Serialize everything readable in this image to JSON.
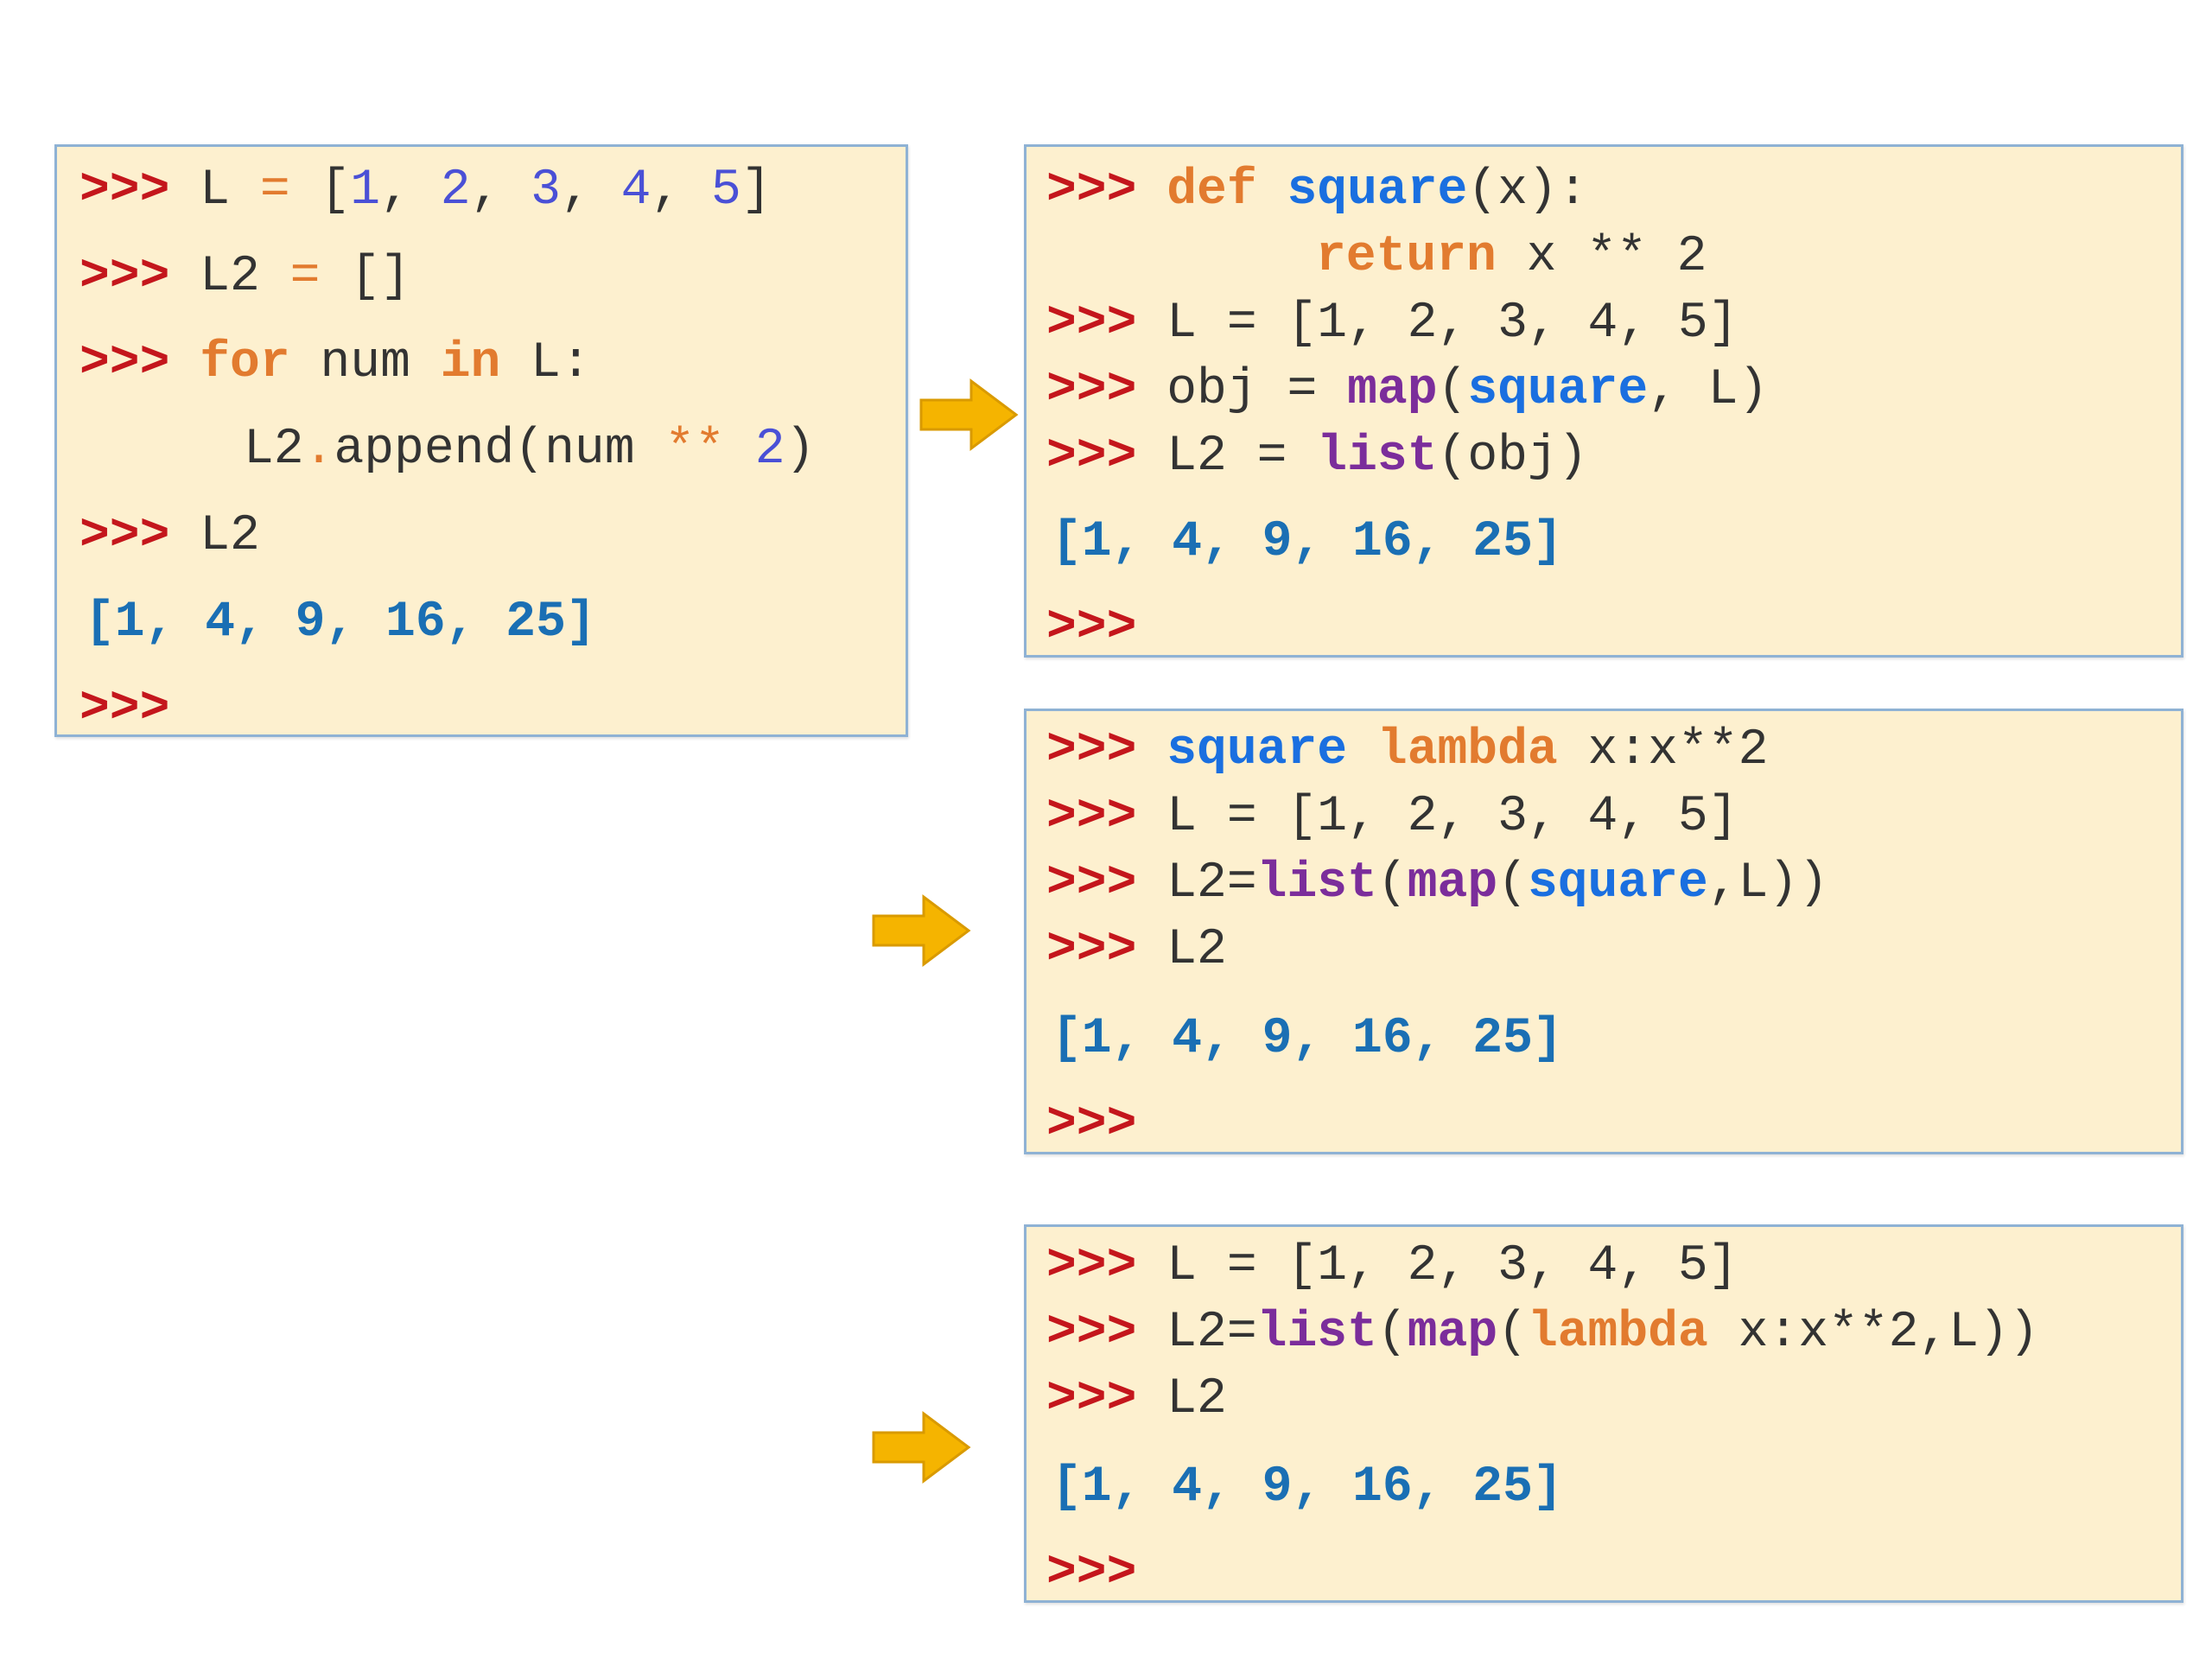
{
  "colors": {
    "panel_bg": "#fdf0cf",
    "panel_border": "#8fb2d4",
    "prompt": "#c4161c",
    "keyword": "#e27b2f",
    "function_name": "#1a6fe0",
    "builtin": "#7b2d9b",
    "number": "#4a50d6",
    "output": "#1a6fb4",
    "arrow": "#f5b400"
  },
  "icons": [
    "arrow-right-icon"
  ],
  "panel1": {
    "line1": {
      "prompt": ">>>",
      "a": "L",
      "b": "=",
      "c": "[",
      "n1": "1",
      "s1": ",",
      "n2": "2",
      "s2": ",",
      "n3": "3",
      "s3": ",",
      "n4": "4",
      "s4": ",",
      "n5": "5",
      "d": "]"
    },
    "line2": {
      "prompt": ">>>",
      "a": "L2",
      "b": "=",
      "c": "[]"
    },
    "line3": {
      "prompt": ">>>",
      "kw1": "for",
      "a": "num",
      "kw2": "in",
      "b": "L:"
    },
    "line4": {
      "a": "L2",
      "dot": ".",
      "b": "append(num",
      "op": "**",
      "n": "2",
      "c": ")"
    },
    "line5": {
      "prompt": ">>>",
      "a": "L2"
    },
    "output": "[1, 4, 9, 16, 25]",
    "final_prompt": ">>>"
  },
  "panel2": {
    "line1": {
      "prompt": ">>>",
      "kw": "def",
      "fn": "square",
      "a": "(x):"
    },
    "line2": {
      "kw": "return",
      "a": "x ** 2"
    },
    "line3": {
      "prompt": ">>>",
      "a": "L = [1, 2, 3, 4, 5]"
    },
    "line4": {
      "prompt": ">>>",
      "a": "obj =",
      "bi": "map",
      "b": "(",
      "fn": "square",
      "c": ", L)"
    },
    "line5": {
      "prompt": ">>>",
      "a": "L2 =",
      "bi": "list",
      "b": "(obj)"
    },
    "output": "[1, 4, 9, 16, 25]",
    "final_prompt": ">>>"
  },
  "panel3": {
    "line1": {
      "prompt": ">>>",
      "fn": "square",
      "kw": "lambda",
      "a": "x:x**2"
    },
    "line2": {
      "prompt": ">>>",
      "a": "L = [1, 2, 3, 4, 5]"
    },
    "line3": {
      "prompt": ">>>",
      "a": "L2=",
      "bi1": "list",
      "b": "(",
      "bi2": "map",
      "c": "(",
      "fn": "square",
      "d": ",L))"
    },
    "line4": {
      "prompt": ">>>",
      "a": "L2"
    },
    "output": "[1, 4, 9, 16, 25]",
    "final_prompt": ">>>"
  },
  "panel4": {
    "line1": {
      "prompt": ">>>",
      "a": "L = [1, 2, 3, 4, 5]"
    },
    "line2": {
      "prompt": ">>>",
      "a": "L2=",
      "bi1": "list",
      "b": "(",
      "bi2": "map",
      "c": "(",
      "kw": "lambda",
      "d": " x:x**2,L))"
    },
    "line3": {
      "prompt": ">>>",
      "a": "L2"
    },
    "output": "[1, 4, 9, 16, 25]",
    "final_prompt": ">>>"
  }
}
